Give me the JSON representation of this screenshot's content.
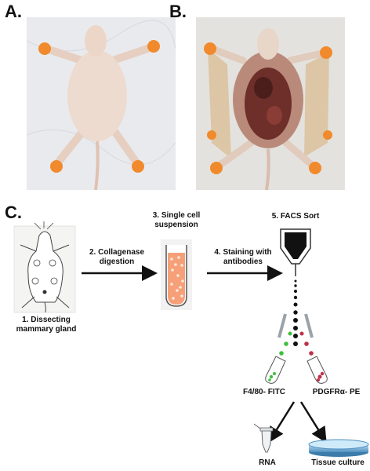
{
  "panels": {
    "a": "A.",
    "b": "B.",
    "c": "C."
  },
  "steps": {
    "dissect": "1. Dissecting\nmammary gland",
    "collagenase": "2. Collagenase\ndigestion",
    "single_cell": "3. Single cell\nsuspension",
    "staining": "4. Staining with\nantibodies",
    "facs": "5. FACS Sort"
  },
  "tubes": {
    "left": "F4/80- FITC",
    "right": "PDGFRα- PE"
  },
  "outputs": {
    "rna": "RNA",
    "culture": "Tissue culture"
  },
  "colors": {
    "pin": "#f08a2c",
    "suspension": "#f6a079",
    "green_cells": "#3fbf3f",
    "red_cells": "#c0304a"
  }
}
